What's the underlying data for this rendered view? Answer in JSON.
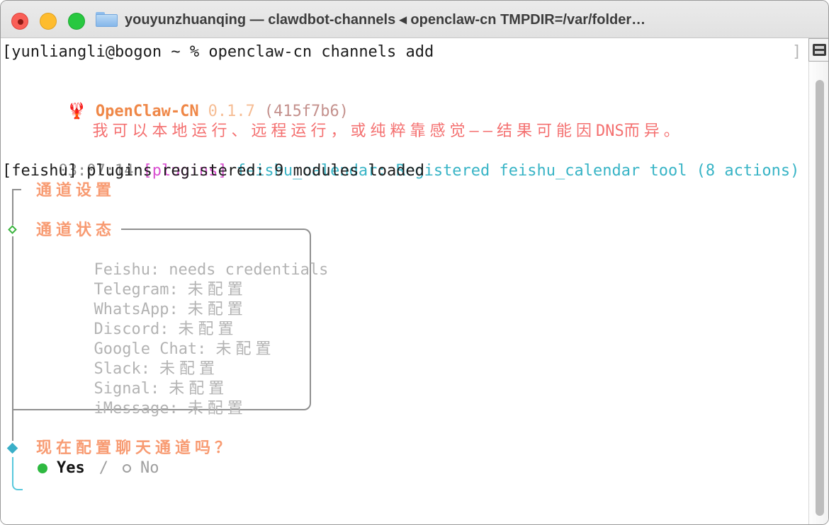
{
  "window": {
    "title": "youyunzhuanqing — clawdbot-channels ◂ openclaw-cn TMPDIR=/var/folder…"
  },
  "terminal": {
    "prompt_line": "[yunliangli@bogon ~ % openclaw-cn channels add",
    "command_mark_end": "]",
    "banner": {
      "logo": "🦞",
      "app_name": "OpenClaw-CN",
      "version": "0.1.7",
      "commit": "(415f7b6)",
      "tagline_pre": "我可以本地运行、远程运行，或纯粹靠感觉——结果可能因",
      "tagline_latin": "DNS",
      "tagline_post": "而异。"
    },
    "log": {
      "timestamp": "03:07:14",
      "tag": "[plugins]",
      "message": "feishu_calendar: Registered feishu_calendar tool (8 actions)",
      "summary": "[feishu] plugins registered: 9 modules loaded"
    },
    "wizard": {
      "intro_title": "通道设置",
      "status_box_title": "通道状态",
      "statuses": [
        {
          "name": "Feishu:",
          "value": "needs credentials"
        },
        {
          "name": "Telegram:",
          "value": "未配置"
        },
        {
          "name": "WhatsApp:",
          "value": "未配置"
        },
        {
          "name": "Discord:",
          "value": "未配置"
        },
        {
          "name": "Google Chat:",
          "value": "未配置"
        },
        {
          "name": "Slack:",
          "value": "未配置"
        },
        {
          "name": "Signal:",
          "value": "未配置"
        },
        {
          "name": "iMessage:",
          "value": "未配置"
        }
      ],
      "question": "现在配置聊天通道吗？",
      "option_yes": "Yes",
      "option_separator": "/",
      "option_no": "No"
    }
  },
  "colors": {
    "accent_orange": "#f89b72",
    "brand_orange": "#ef8747",
    "version_peach": "#f6bd94",
    "commit_rose": "#c4918d",
    "tagline_red": "#f47070",
    "log_cyan": "#38b4c6",
    "tag_magenta": "#d94fd0",
    "muted_gray": "#b3b3b3",
    "timestamp_gray": "#8e8e8e",
    "gutter_gray": "#8f8f8f",
    "yes_green": "#2eb940",
    "teal": "#3aafc8",
    "cyan_line": "#57c8dc"
  }
}
